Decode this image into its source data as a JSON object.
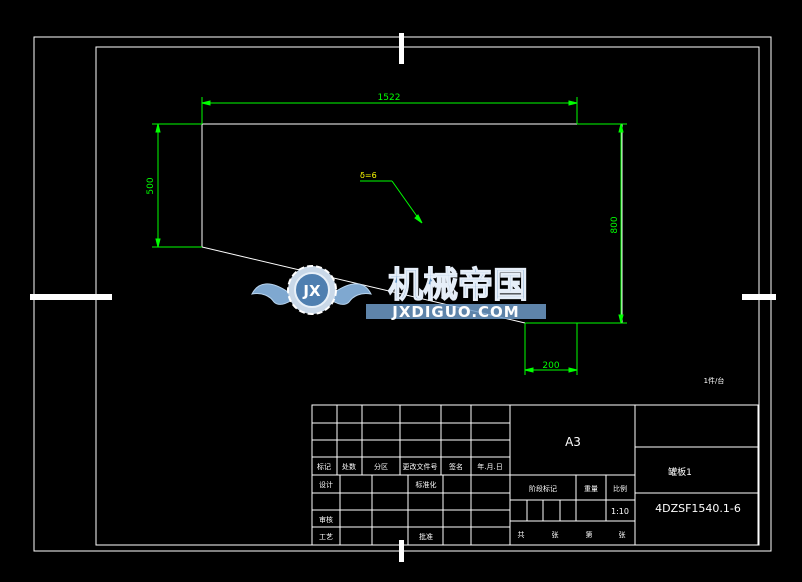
{
  "drawing": {
    "dimensions": {
      "top_width": "1522",
      "left_height": "500",
      "right_height": "800",
      "bottom_width": "200",
      "thickness_note": "δ=6"
    },
    "quantity_note": "1件/台"
  },
  "watermark": {
    "cn": "机械帝国",
    "en": "JXDIGUO.COM",
    "badge": "JX"
  },
  "title_block": {
    "paper_size": "A3",
    "part_name": "罐板1",
    "drawing_number": "4DZSF1540.1-6",
    "scale": "1:10",
    "change_headers": [
      "标记",
      "处数",
      "分区",
      "更改文件号",
      "签名",
      "年.月.日"
    ],
    "sign_labels": {
      "design": "设计",
      "standardize": "标准化",
      "review": "审核",
      "process": "工艺",
      "approve": "批准"
    },
    "stage_header": "阶段标记",
    "weight_header": "重量",
    "scale_header": "比例",
    "sheet_labels": [
      "共",
      "张",
      "第",
      "张"
    ]
  },
  "colors": {
    "background": "#000000",
    "frame": "#ffffff",
    "dimension": "#00ff00",
    "note": "#ffff00"
  }
}
